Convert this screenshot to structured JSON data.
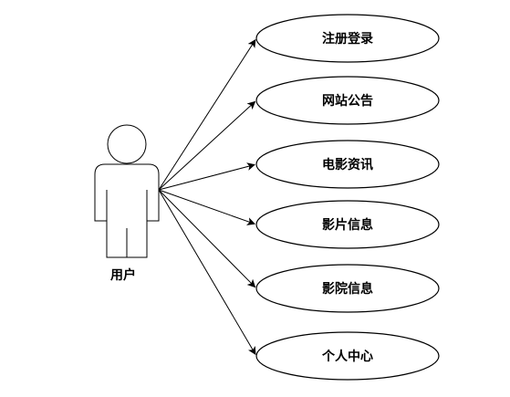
{
  "actor": {
    "label": "用户",
    "icon": "stick-figure-actor-icon"
  },
  "use_cases": [
    {
      "label": "注册登录"
    },
    {
      "label": "网站公告"
    },
    {
      "label": "电影资讯"
    },
    {
      "label": "影片信息"
    },
    {
      "label": "影院信息"
    },
    {
      "label": "个人中心"
    }
  ],
  "colors": {
    "stroke": "#000000",
    "fill": "#ffffff"
  }
}
